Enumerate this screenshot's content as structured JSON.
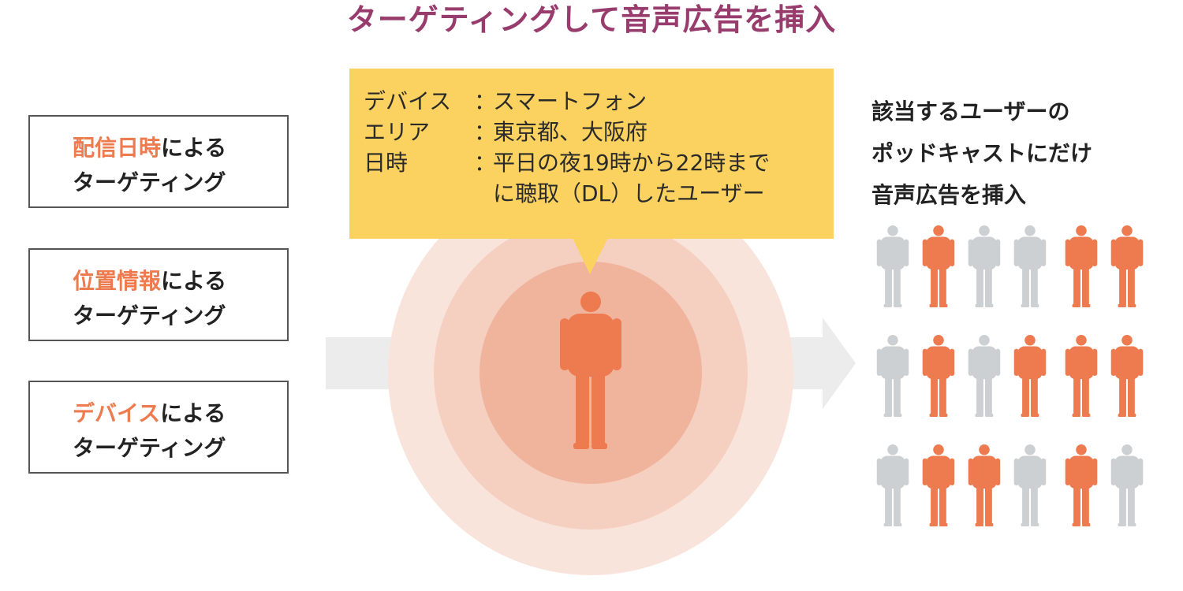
{
  "title": "ターゲティングして音声広告を挿入",
  "targeting_boxes": [
    {
      "highlight": "配信日時",
      "rest": "による",
      "line2": "ターゲティング"
    },
    {
      "highlight": "位置情報",
      "rest": "による",
      "line2": "ターゲティング"
    },
    {
      "highlight": "デバイス",
      "rest": "による",
      "line2": "ターゲティング"
    }
  ],
  "callout": {
    "rows": [
      {
        "label": "デバイス",
        "sep": "：",
        "value": "スマートフォン"
      },
      {
        "label": "エリア",
        "sep": "：",
        "value": "東京都、大阪府"
      },
      {
        "label": "日時",
        "sep": "：",
        "value": "平日の夜19時から22時まで"
      },
      {
        "label": "",
        "sep": "",
        "value": "に聴取（DL）したユーザー"
      }
    ]
  },
  "result_lines": [
    "該当するユーザーの",
    "ポッドキャストにだけ",
    "音声広告を挿入"
  ],
  "people_grid": [
    [
      "gray",
      "orange",
      "gray",
      "gray",
      "orange",
      "orange"
    ],
    [
      "gray",
      "orange",
      "gray",
      "orange",
      "orange",
      "orange"
    ],
    [
      "gray",
      "orange",
      "orange",
      "gray",
      "orange",
      "gray"
    ]
  ],
  "colors": {
    "title": "#983c6d",
    "highlight": "#ee7b4f",
    "person_orange": "#ee7b4f",
    "person_gray": "#cdd0d2",
    "callout_bg": "#fbd260",
    "arrow": "#ececec",
    "ring_outer": "#f9e4dc",
    "ring_mid": "#f5d0c1",
    "ring_inner": "#f0b39c"
  },
  "icons": {
    "person": "person-icon",
    "arrow": "right-arrow-icon"
  }
}
